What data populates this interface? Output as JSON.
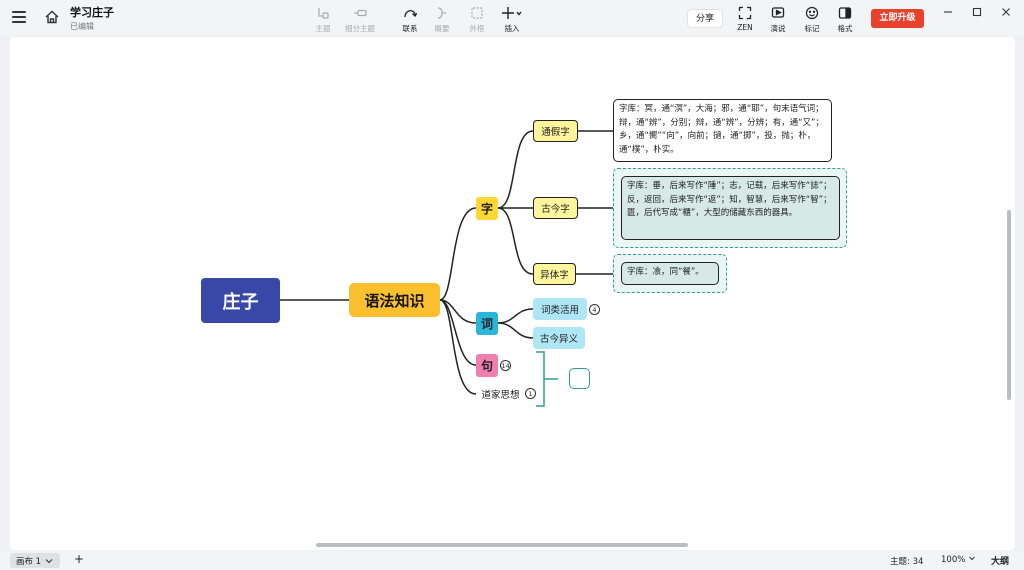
{
  "header": {
    "doc_title": "学习庄子",
    "doc_status": "已编辑",
    "tools": [
      {
        "label": "主题",
        "icon": "topic-icon",
        "enabled": false
      },
      {
        "label": "细分主题",
        "icon": "subtopic-icon",
        "enabled": false
      },
      {
        "label": "联系",
        "icon": "relationship-icon",
        "enabled": true
      },
      {
        "label": "概要",
        "icon": "summary-icon",
        "enabled": false
      },
      {
        "label": "外框",
        "icon": "boundary-icon",
        "enabled": false
      },
      {
        "label": "插入",
        "icon": "insert-plus-icon",
        "enabled": true
      }
    ],
    "share_label": "分享",
    "right_tools": [
      {
        "label": "ZEN",
        "icon": "zen-fullscreen-icon"
      },
      {
        "label": "演说",
        "icon": "present-icon"
      },
      {
        "label": "标记",
        "icon": "marker-smiley-icon"
      },
      {
        "label": "格式",
        "icon": "format-panel-icon"
      }
    ],
    "upgrade_label": "立即升级"
  },
  "mindmap": {
    "root": "庄子",
    "main": "语法知识",
    "branches": {
      "zi": "字",
      "ci": "词",
      "ju": "句",
      "daojia": "道家思想"
    },
    "zi_children": [
      "通假字",
      "古今字",
      "异体字"
    ],
    "ci_children": [
      "词类活用",
      "古今异义"
    ],
    "badges": {
      "ciLei": "4",
      "ju": "14",
      "daojia": "1"
    },
    "notes": {
      "tongjia": "字库：冥，通“溟”，大海；邪，通“耶”，句末语气词；辩，通“辨”，分别；辩，通“辨”，分辨；有，通“又”；乡，通“嚮”“向”，向前；擿，通“掷”，投，抛；朴，通“樸”，朴实。",
      "gujin": "字库：垂，后来写作“陲”；志，记载，后来写作“誌”；反，返回，后来写作“返”；知，智慧，后来写作“智”；匮，后代写成“櫃”，大型的储藏东西的器具。",
      "yiti": "字库：飡，同“餐”。"
    }
  },
  "footer": {
    "canvas_tab": "画布 1",
    "add_label": "+",
    "topic_count": "主题: 34",
    "zoom": "100%",
    "outline_label": "大纲"
  }
}
